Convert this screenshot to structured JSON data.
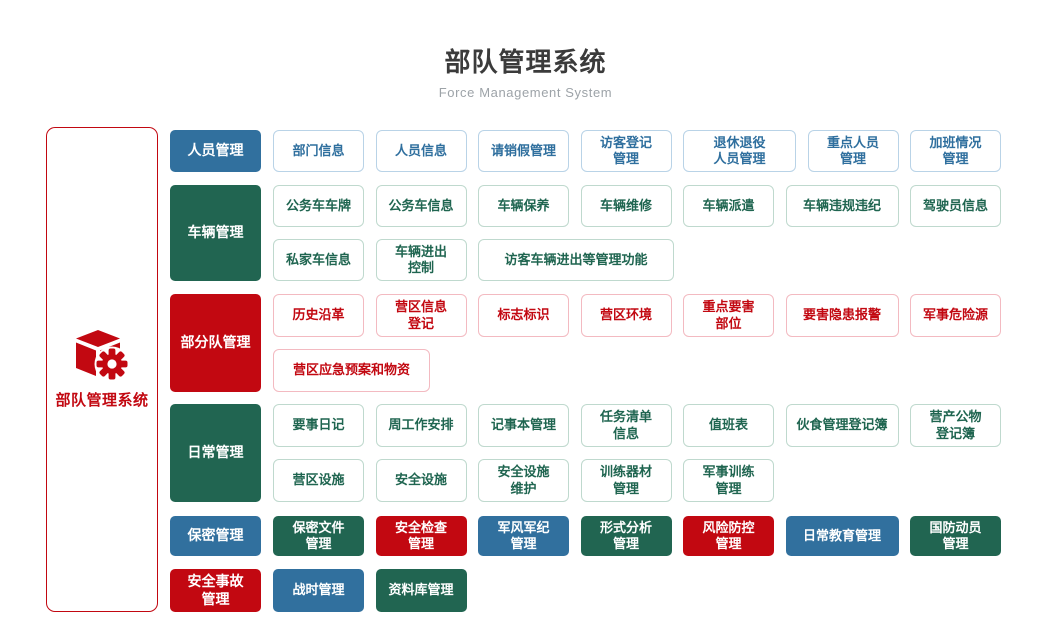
{
  "page": {
    "title": "部队管理系统",
    "subtitle": "Force Management System"
  },
  "sidebar": {
    "label": "部队管理系统",
    "icon": "cube-gear-icon",
    "border_color": "#c20811"
  },
  "colors": {
    "blue": "#31709e",
    "green": "#216551",
    "red": "#c20811",
    "title_text": "#3b3b3b",
    "subtitle_text": "#9da3a8"
  },
  "rows": [
    {
      "category": {
        "label": "人员管理",
        "color": "blue"
      },
      "items": [
        {
          "label": "部门信息",
          "color": "blue",
          "variant": "outline"
        },
        {
          "label": "人员信息",
          "color": "blue",
          "variant": "outline"
        },
        {
          "label": "请销假管理",
          "color": "blue",
          "variant": "outline"
        },
        {
          "label": "访客登记\n管理",
          "color": "blue",
          "variant": "outline"
        },
        {
          "label": "退休退役\n人员管理",
          "color": "blue",
          "variant": "outline",
          "size": "lg"
        },
        {
          "label": "重点人员\n管理",
          "color": "blue",
          "variant": "outline"
        },
        {
          "label": "加班情况\n管理",
          "color": "blue",
          "variant": "outline"
        }
      ]
    },
    {
      "category": {
        "label": "车辆管理",
        "color": "green"
      },
      "items": [
        {
          "label": "公务车车牌",
          "color": "green",
          "variant": "outline"
        },
        {
          "label": "公务车信息",
          "color": "green",
          "variant": "outline"
        },
        {
          "label": "车辆保养",
          "color": "green",
          "variant": "outline"
        },
        {
          "label": "车辆维修",
          "color": "green",
          "variant": "outline"
        },
        {
          "label": "车辆派遣",
          "color": "green",
          "variant": "outline"
        },
        {
          "label": "车辆违规违纪",
          "color": "green",
          "variant": "outline",
          "size": "lg"
        },
        {
          "label": "驾驶员信息",
          "color": "green",
          "variant": "outline"
        },
        {
          "label": "私家车信息",
          "color": "green",
          "variant": "outline"
        },
        {
          "label": "车辆进出\n控制",
          "color": "green",
          "variant": "outline"
        },
        {
          "label": "访客车辆进出等管理功能",
          "color": "green",
          "variant": "outline",
          "size": "xl"
        }
      ]
    },
    {
      "category": {
        "label": "部分队管理",
        "color": "red"
      },
      "items": [
        {
          "label": "历史沿革",
          "color": "red",
          "variant": "outline"
        },
        {
          "label": "营区信息\n登记",
          "color": "red",
          "variant": "outline"
        },
        {
          "label": "标志标识",
          "color": "red",
          "variant": "outline"
        },
        {
          "label": "营区环境",
          "color": "red",
          "variant": "outline"
        },
        {
          "label": "重点要害\n部位",
          "color": "red",
          "variant": "outline"
        },
        {
          "label": "要害隐患报警",
          "color": "red",
          "variant": "outline",
          "size": "lg"
        },
        {
          "label": "军事危险源",
          "color": "red",
          "variant": "outline"
        },
        {
          "label": "营区应急预案和物资",
          "color": "red",
          "variant": "outline",
          "size": "xxl"
        }
      ]
    },
    {
      "category": {
        "label": "日常管理",
        "color": "green"
      },
      "items": [
        {
          "label": "要事日记",
          "color": "green",
          "variant": "outline"
        },
        {
          "label": "周工作安排",
          "color": "green",
          "variant": "outline"
        },
        {
          "label": "记事本管理",
          "color": "green",
          "variant": "outline"
        },
        {
          "label": "任务清单\n信息",
          "color": "green",
          "variant": "outline"
        },
        {
          "label": "值班表",
          "color": "green",
          "variant": "outline"
        },
        {
          "label": "伙食管理登记簿",
          "color": "green",
          "variant": "outline",
          "size": "lg"
        },
        {
          "label": "营产公物\n登记簿",
          "color": "green",
          "variant": "outline"
        },
        {
          "label": "营区设施",
          "color": "green",
          "variant": "outline"
        },
        {
          "label": "安全设施",
          "color": "green",
          "variant": "outline"
        },
        {
          "label": "安全设施\n维护",
          "color": "green",
          "variant": "outline"
        },
        {
          "label": "训练器材\n管理",
          "color": "green",
          "variant": "outline"
        },
        {
          "label": "军事训练\n管理",
          "color": "green",
          "variant": "outline"
        }
      ]
    },
    {
      "category": {
        "label": "保密管理",
        "color": "blue"
      },
      "items": [
        {
          "label": "保密文件\n管理",
          "color": "green",
          "variant": "solid"
        },
        {
          "label": "安全检查\n管理",
          "color": "red",
          "variant": "solid"
        },
        {
          "label": "军风军纪\n管理",
          "color": "blue",
          "variant": "solid"
        },
        {
          "label": "形式分析\n管理",
          "color": "green",
          "variant": "solid"
        },
        {
          "label": "风险防控\n管理",
          "color": "red",
          "variant": "solid"
        },
        {
          "label": "日常教育管理",
          "color": "blue",
          "variant": "solid",
          "size": "lg"
        },
        {
          "label": "国防动员\n管理",
          "color": "green",
          "variant": "solid"
        }
      ]
    },
    {
      "category": {
        "label": "安全事故\n管理",
        "color": "red"
      },
      "items": [
        {
          "label": "战时管理",
          "color": "blue",
          "variant": "solid"
        },
        {
          "label": "资料库管理",
          "color": "green",
          "variant": "solid"
        }
      ]
    }
  ]
}
